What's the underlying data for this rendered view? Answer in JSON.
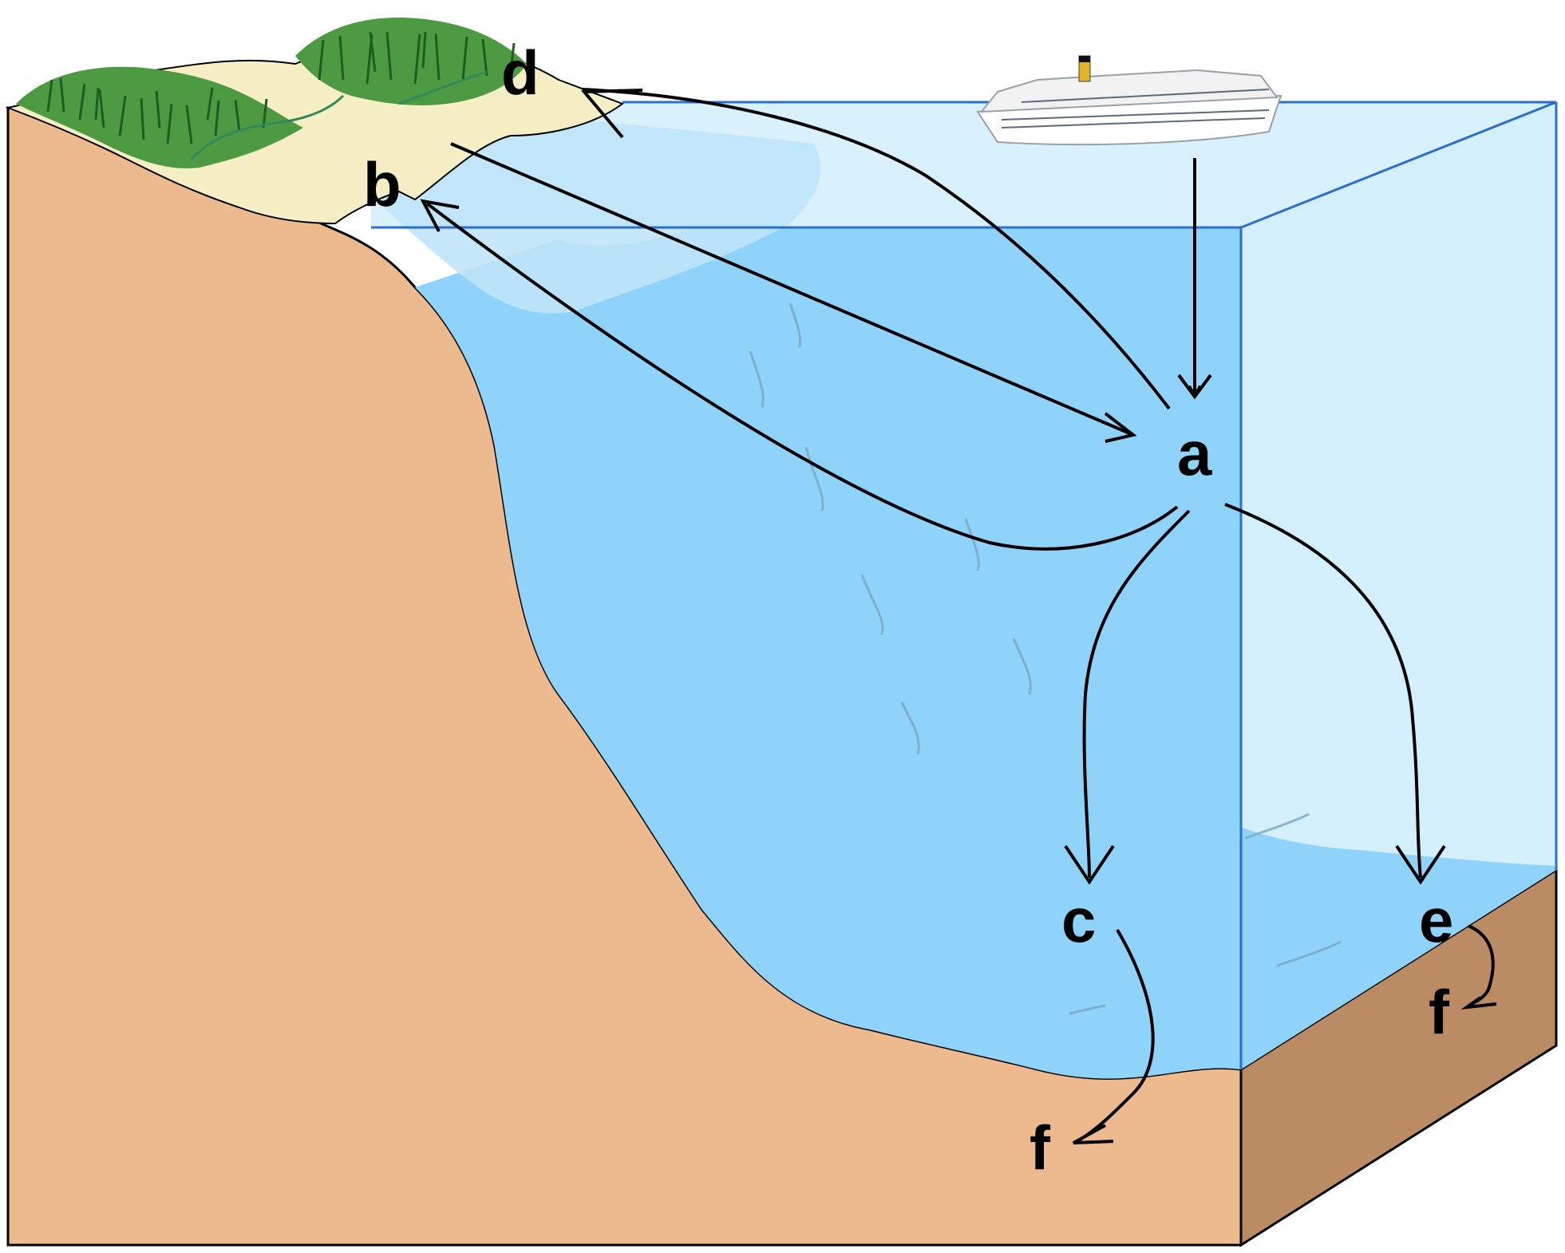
{
  "diagram": {
    "labels": {
      "a": "a",
      "b": "b",
      "c": "c",
      "d": "d",
      "e": "e",
      "f_left": "f",
      "f_right": "f"
    }
  },
  "colors": {
    "soil": "#ecba8e",
    "soil_shadow": "#bb8b63",
    "water_deep": "#8fd3fb",
    "water_surface": "#d9f1fd",
    "water_shelf": "#bfe4f8",
    "beach_sand": "#f6efc6",
    "grass": "#3f8a37",
    "box_edge": "#2a6fd0",
    "arrow": "#000000"
  },
  "icons": {
    "ship": "cruise-ship-icon",
    "grass": "coastal-grass-icon"
  }
}
